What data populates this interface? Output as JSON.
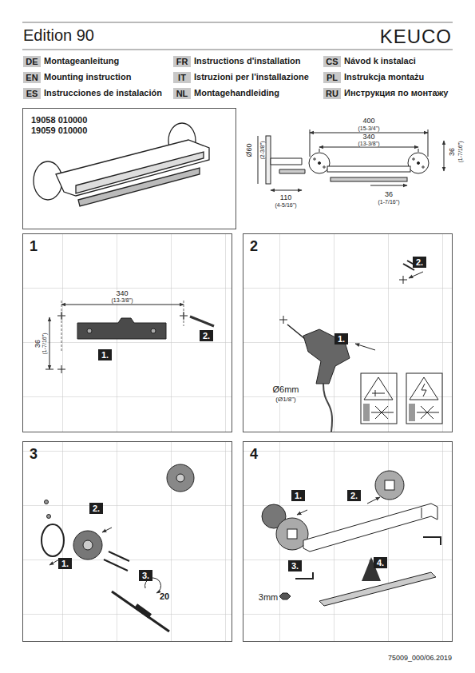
{
  "diagram": {
    "title": "Edition 90",
    "nodes": [
      {
        "text": [
          "DE"
        ]
      },
      {
        "text": [
          "FR"
        ]
      },
      {
        "text": [
          "CS"
        ]
      },
      {
        "text": [
          "EN"
        ]
      },
      {
        "text": [
          "IT"
        ]
      },
      {
        "text": [
          "PL"
        ]
      },
      {
        "text": [
          "ES"
        ]
      },
      {
        "text": [
          "NL"
        ]
      },
      {
        "text": [
          "RU"
        ]
      },
      {
        "text": [
          "19058 010000",
          "19059 010000"
        ]
      },
      {
        "text": [
          "1"
        ]
      },
      {
        "text": [
          "1."
        ],
        "in": 10
      },
      {
        "text": [
          "2."
        ],
        "in": 10
      },
      {
        "text": [
          "2"
        ]
      },
      {
        "text": [
          "1."
        ],
        "in": 13
      },
      {
        "text": [
          "2."
        ],
        "in": 13
      },
      {
        "text": [
          "3"
        ]
      },
      {
        "text": [
          "1."
        ],
        "in": 16
      },
      {
        "text": [
          "2."
        ],
        "in": 16
      },
      {
        "text": [
          "3."
        ],
        "in": 16
      },
      {
        "text": [
          "4"
        ]
      },
      {
        "text": [
          "1."
        ],
        "in": 20
      },
      {
        "text": [
          "2."
        ],
        "in": 20
      },
      {
        "text": [
          "3."
        ],
        "in": 20
      },
      {
        "text": [
          "4."
        ],
        "in": 20
      }
    ],
    "labels": [
      "KEUCO",
      "Montageanleitung",
      "Instructions d'installation",
      "Návod k instalaci",
      "Mounting instruction",
      "Istruzioni per l'installazione",
      "Instrukcja montażu",
      "Instrucciones de instalación",
      "Montagehandleiding",
      "Инструкция по монтажу",
      "Ø60",
      "(2-3/8\")",
      "400",
      "(15-3/4\")",
      "340",
      "(13-3/8\")",
      "36",
      "(1-7/16\")",
      "110",
      "(4-5/16\")",
      "36",
      "(1-7/16\")",
      "340",
      "(13-3/8\")",
      "36",
      "(1-7/16\")",
      "Ø6mm",
      "(Ø1/8\")",
      "20",
      "3mm",
      "75009_000/06.2019"
    ]
  }
}
